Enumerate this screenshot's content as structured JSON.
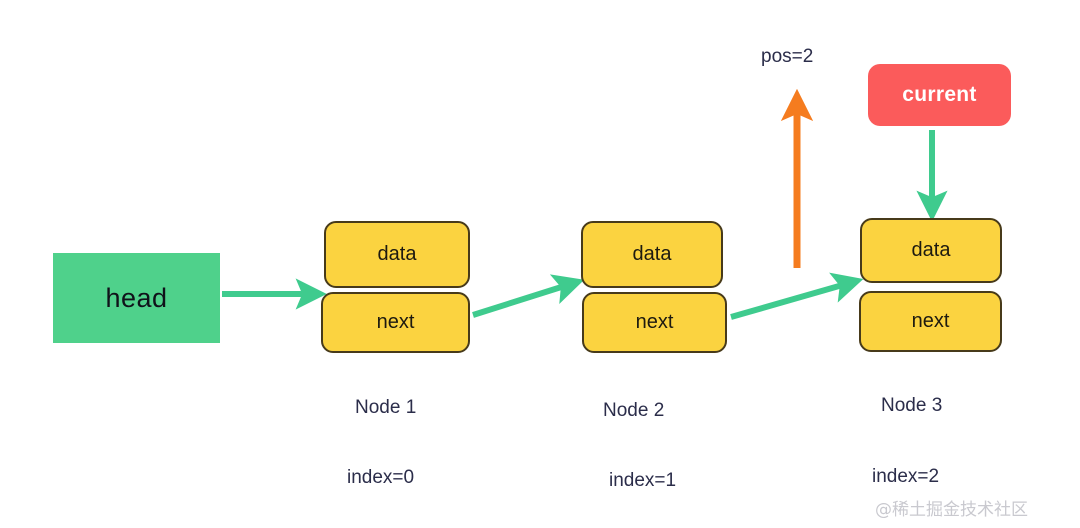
{
  "diagram": {
    "title": "Singly linked list traversal with current pointer",
    "background": "#ffffff",
    "colors": {
      "head_fill": "#4FD18B",
      "node_fill": "#FBD340",
      "node_border": "#473a1a",
      "current_fill": "#FB5B5B",
      "arrow_green": "#3FCB8E",
      "arrow_orange": "#F57C1F",
      "label_text": "#2b2d4a",
      "watermark_text": "#c9c9cf"
    }
  },
  "head": {
    "label": "head"
  },
  "current": {
    "label": "current"
  },
  "pointer": {
    "pos_label": "pos=2"
  },
  "nodes": [
    {
      "name": "Node 1",
      "index_label": "index=0",
      "data_label": "data",
      "next_label": "next"
    },
    {
      "name": "Node 2",
      "index_label": "index=1",
      "data_label": "data",
      "next_label": "next"
    },
    {
      "name": "Node 3",
      "index_label": "index=2",
      "data_label": "data",
      "next_label": "next"
    }
  ],
  "watermark": {
    "text": "@稀土掘金技术社区"
  }
}
